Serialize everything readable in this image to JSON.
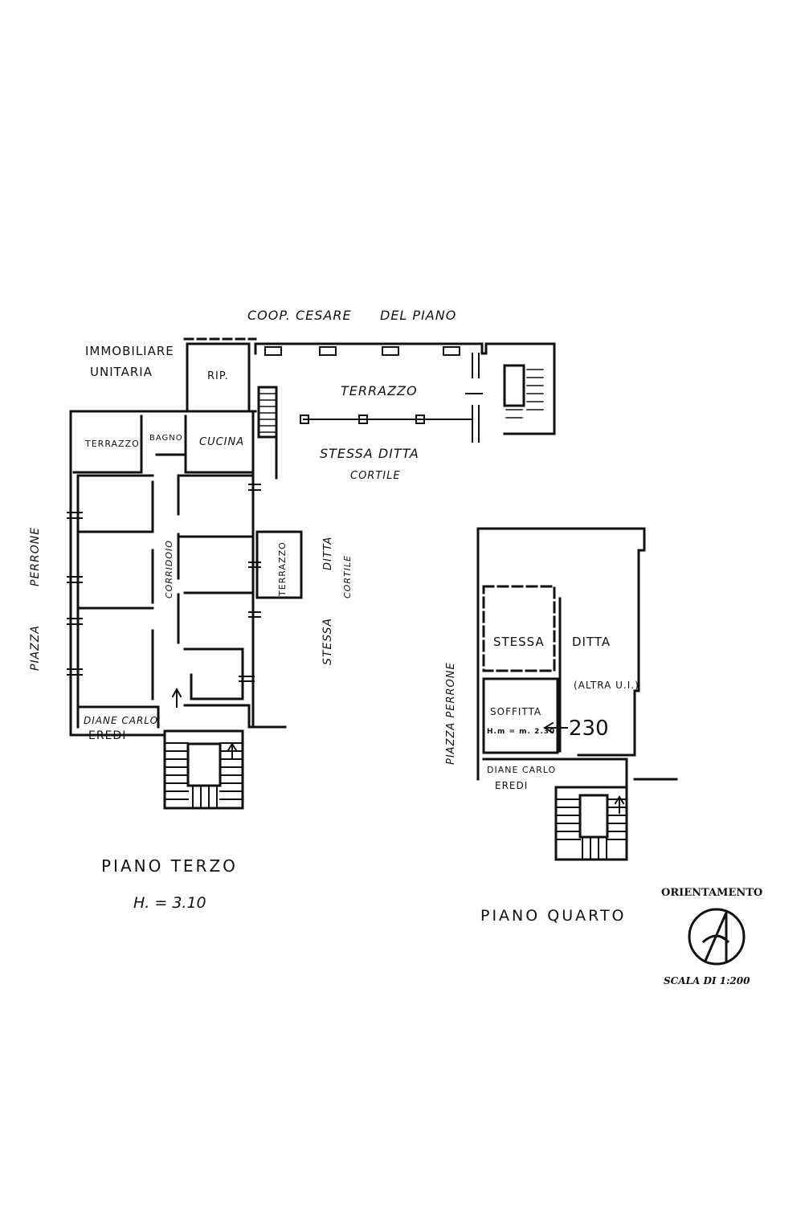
{
  "labels": {
    "coop_cesare": "COOP. CESARE",
    "del_piano": "DEL PIANO",
    "immobiliare": "IMMOBILIARE",
    "unitaria": "UNITARIA",
    "rip": "RIP.",
    "terrazzo_top": "TERRAZZO",
    "terrazzo_left": "TERRAZZO",
    "bagno": "BAGNO",
    "cucina": "CUCINA",
    "stessa_ditta_top": "STESSA DITTA",
    "cortile_top": "CORTILE",
    "terrazzo_side": "TERRAZZO",
    "stessa_v": "STESSA",
    "ditta_v": "DITTA",
    "cortile_v": "CORTILE",
    "corridoio": "CORRIDOIO",
    "piazza_left": "PIAZZA",
    "perrone_left": "PERRONE",
    "diane_left_1": "DIANE CARLO",
    "diane_left_2": "EREDI",
    "piano_terzo": "PIANO TERZO",
    "h_terzo": "H. = 3.10",
    "piazza_perrone_right": "PIAZZA PERRONE",
    "stessa_r": "STESSA",
    "ditta_r": "DITTA",
    "altra_ui": "(ALTRA U.I.)",
    "soffitta": "SOFFITTA",
    "h_soffitta": "H.m = m. 2.30",
    "h_hand": "230",
    "diane_right_1": "DIANE CARLO",
    "diane_right_2": "EREDI",
    "piano_quarto": "PIANO QUARTO",
    "orientamento": "ORIENTAMENTO",
    "scala": "SCALA DI 1:200"
  },
  "icons": [
    "north-arrow-icon",
    "stair-arrow-icon"
  ],
  "colors": {
    "ink": "#111111",
    "paper": "#ffffff"
  }
}
